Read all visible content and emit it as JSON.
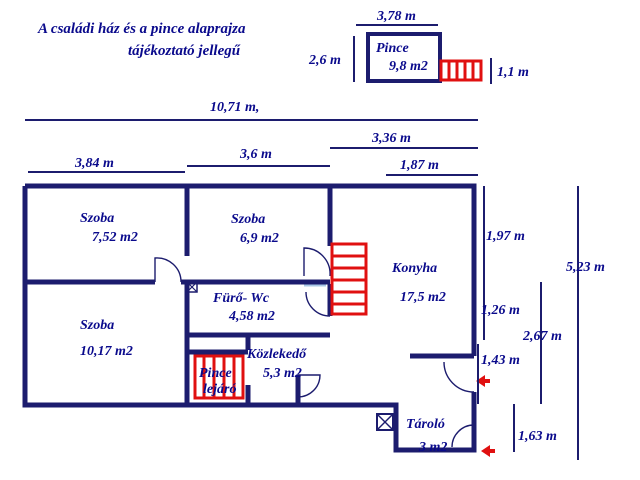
{
  "title": {
    "line1": "A családi ház és a pince alaprajza",
    "line2": "tájékoztató jellegű"
  },
  "rooms": {
    "pince": {
      "name": "Pince",
      "area": "9,8 m2"
    },
    "szoba1": {
      "name": "Szoba",
      "area": "7,52 m2"
    },
    "szoba2": {
      "name": "Szoba",
      "area": "6,9 m2"
    },
    "szoba3": {
      "name": "Szoba",
      "area": "10,17 m2"
    },
    "konyha": {
      "name": "Konyha",
      "area": "17,5 m2"
    },
    "furdo": {
      "name": "Fürő- Wc",
      "area": "4,58 m2"
    },
    "kozleked": {
      "name": "Közlekedő",
      "area": "5,3 m2"
    },
    "pince_lejaro": {
      "name": "Pince",
      "name2": "lejáró"
    },
    "tarolo": {
      "name": "Tároló",
      "area": "3 m2"
    }
  },
  "dimensions": {
    "pince_width": "3,78 m",
    "pince_height": "2,6 m",
    "pince_stair": "1,1 m",
    "total_width": "10,71 m,",
    "d384": "3,84 m",
    "d36": "3,6 m",
    "d336": "3,36 m",
    "d187": "1,87 m",
    "d197": "1,97 m",
    "d523": "5,23 m",
    "d126": "1,26 m",
    "d267": "2,67 m",
    "d143": "1,43 m",
    "d163": "1,63 m"
  },
  "colors": {
    "wall": "#1c1c6e",
    "text": "#0a0a8c",
    "stairs": "#e01010",
    "window": "#a9c7e6"
  }
}
